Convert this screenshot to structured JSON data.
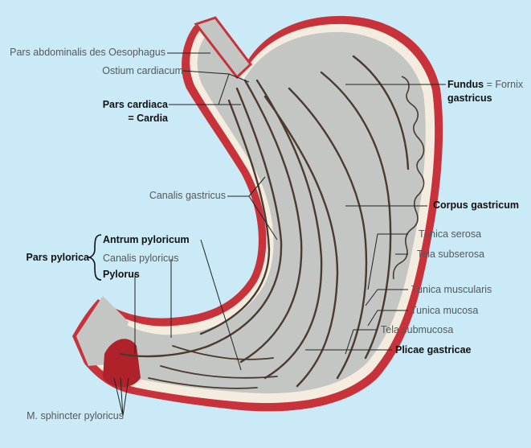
{
  "labels": {
    "pars_abdominalis": "Pars abdominalis des Oesophagus",
    "ostium_cardiacum": "Ostium cardiacum",
    "pars_cardiaca_line1": "Pars cardiaca",
    "pars_cardiaca_line2": "= Cardia",
    "fundus_bold": "Fundus",
    "fundus_eq": " = Fornix",
    "fundus_line2": "gastricus",
    "canalis_gastricus": "Canalis gastricus",
    "corpus_gastricum": "Corpus gastricum",
    "antrum_pyloricum": "Antrum pyloricum",
    "pars_pylorica": "Pars pylorica",
    "canalis_pyloricus": "Canalis pyloricus",
    "pylorus": "Pylorus",
    "tunica_serosa": "Tunica serosa",
    "tela_subserosa": "Tela subserosa",
    "tunica_muscularis": "Tunica muscularis",
    "tunica_mucosa": "Tunica mucosa",
    "tela_submucosa": "Tela submucosa",
    "plicae_gastricae": "Plicae gastricae",
    "m_sphincter": "M. sphincter pyloricus"
  },
  "colors": {
    "background": "#c9eaf6",
    "serosa_muscularis": "#c8323a",
    "subserosa": "#f3ecdf",
    "mucosa": "#c3c6c2",
    "folds": "#4a3a30",
    "leader_lines": "#222222"
  }
}
